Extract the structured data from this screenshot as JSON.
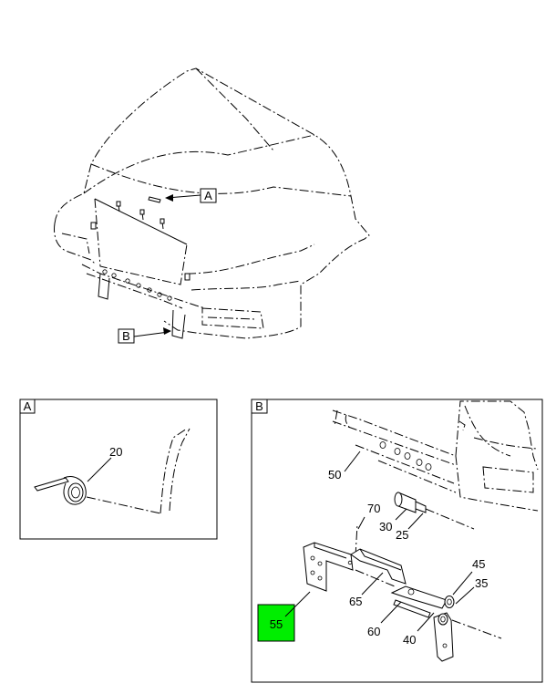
{
  "overview": {
    "ref_a": "A",
    "ref_b": "B"
  },
  "detail_a": {
    "label": "A",
    "callouts": {
      "c20": "20"
    }
  },
  "detail_b": {
    "label": "B",
    "callouts": {
      "c50": "50",
      "c70": "70",
      "c30": "30",
      "c25": "25",
      "c45": "45",
      "c35": "35",
      "c65": "65",
      "c60": "60",
      "c40": "40",
      "c55": "55"
    },
    "highlight_color": "#00ee00"
  }
}
